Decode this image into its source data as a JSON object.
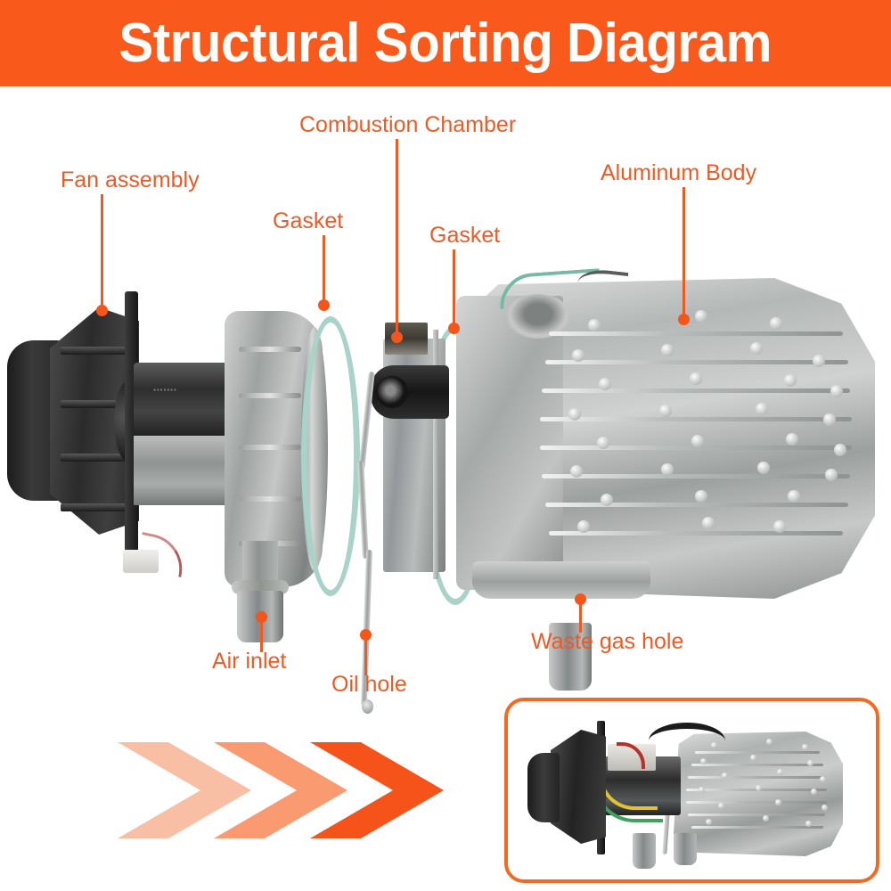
{
  "header": {
    "title": "Structural Sorting Diagram",
    "background_color": "#f95a1c",
    "text_color": "#ffffff"
  },
  "theme": {
    "accent_orange": "#ee5a24",
    "leader_orange": "#f4551a",
    "gasket_teal": "#a9d2c8",
    "inset_border": "#f26a21"
  },
  "callouts": [
    {
      "id": "fan-assembly",
      "label": "Fan assembly"
    },
    {
      "id": "combustion-chamber",
      "label": "Combustion Chamber"
    },
    {
      "id": "gasket-left",
      "label": "Gasket"
    },
    {
      "id": "gasket-right",
      "label": "Gasket"
    },
    {
      "id": "aluminum-body",
      "label": "Aluminum Body"
    },
    {
      "id": "air-inlet",
      "label": "Air inlet"
    },
    {
      "id": "oil-hole",
      "label": "Oil hole"
    },
    {
      "id": "waste-gas-hole",
      "label": "Waste gas hole"
    }
  ],
  "parts": {
    "fan_assembly": "fan-assembly-part",
    "motor_tube": "motor-tube-part",
    "front_housing": "front-housing-part",
    "gasket_front": "gasket-ring-front",
    "gasket_rear": "gasket-ring-rear",
    "combustion_chamber": "combustion-chamber-part",
    "oil_pipe": "oil-pipe-part",
    "aluminum_body": "aluminum-body-part",
    "air_inlet_spout": "air-inlet-spout-part",
    "waste_gas_spout": "waste-gas-spout-part"
  },
  "arrows": {
    "name": "chevron-arrow-group",
    "count": 3,
    "colors": [
      "#f9bfa4",
      "#fa9a71",
      "#f6531a"
    ]
  },
  "inset": {
    "name": "assembled-heater-photo",
    "border_color": "#f26a21"
  }
}
